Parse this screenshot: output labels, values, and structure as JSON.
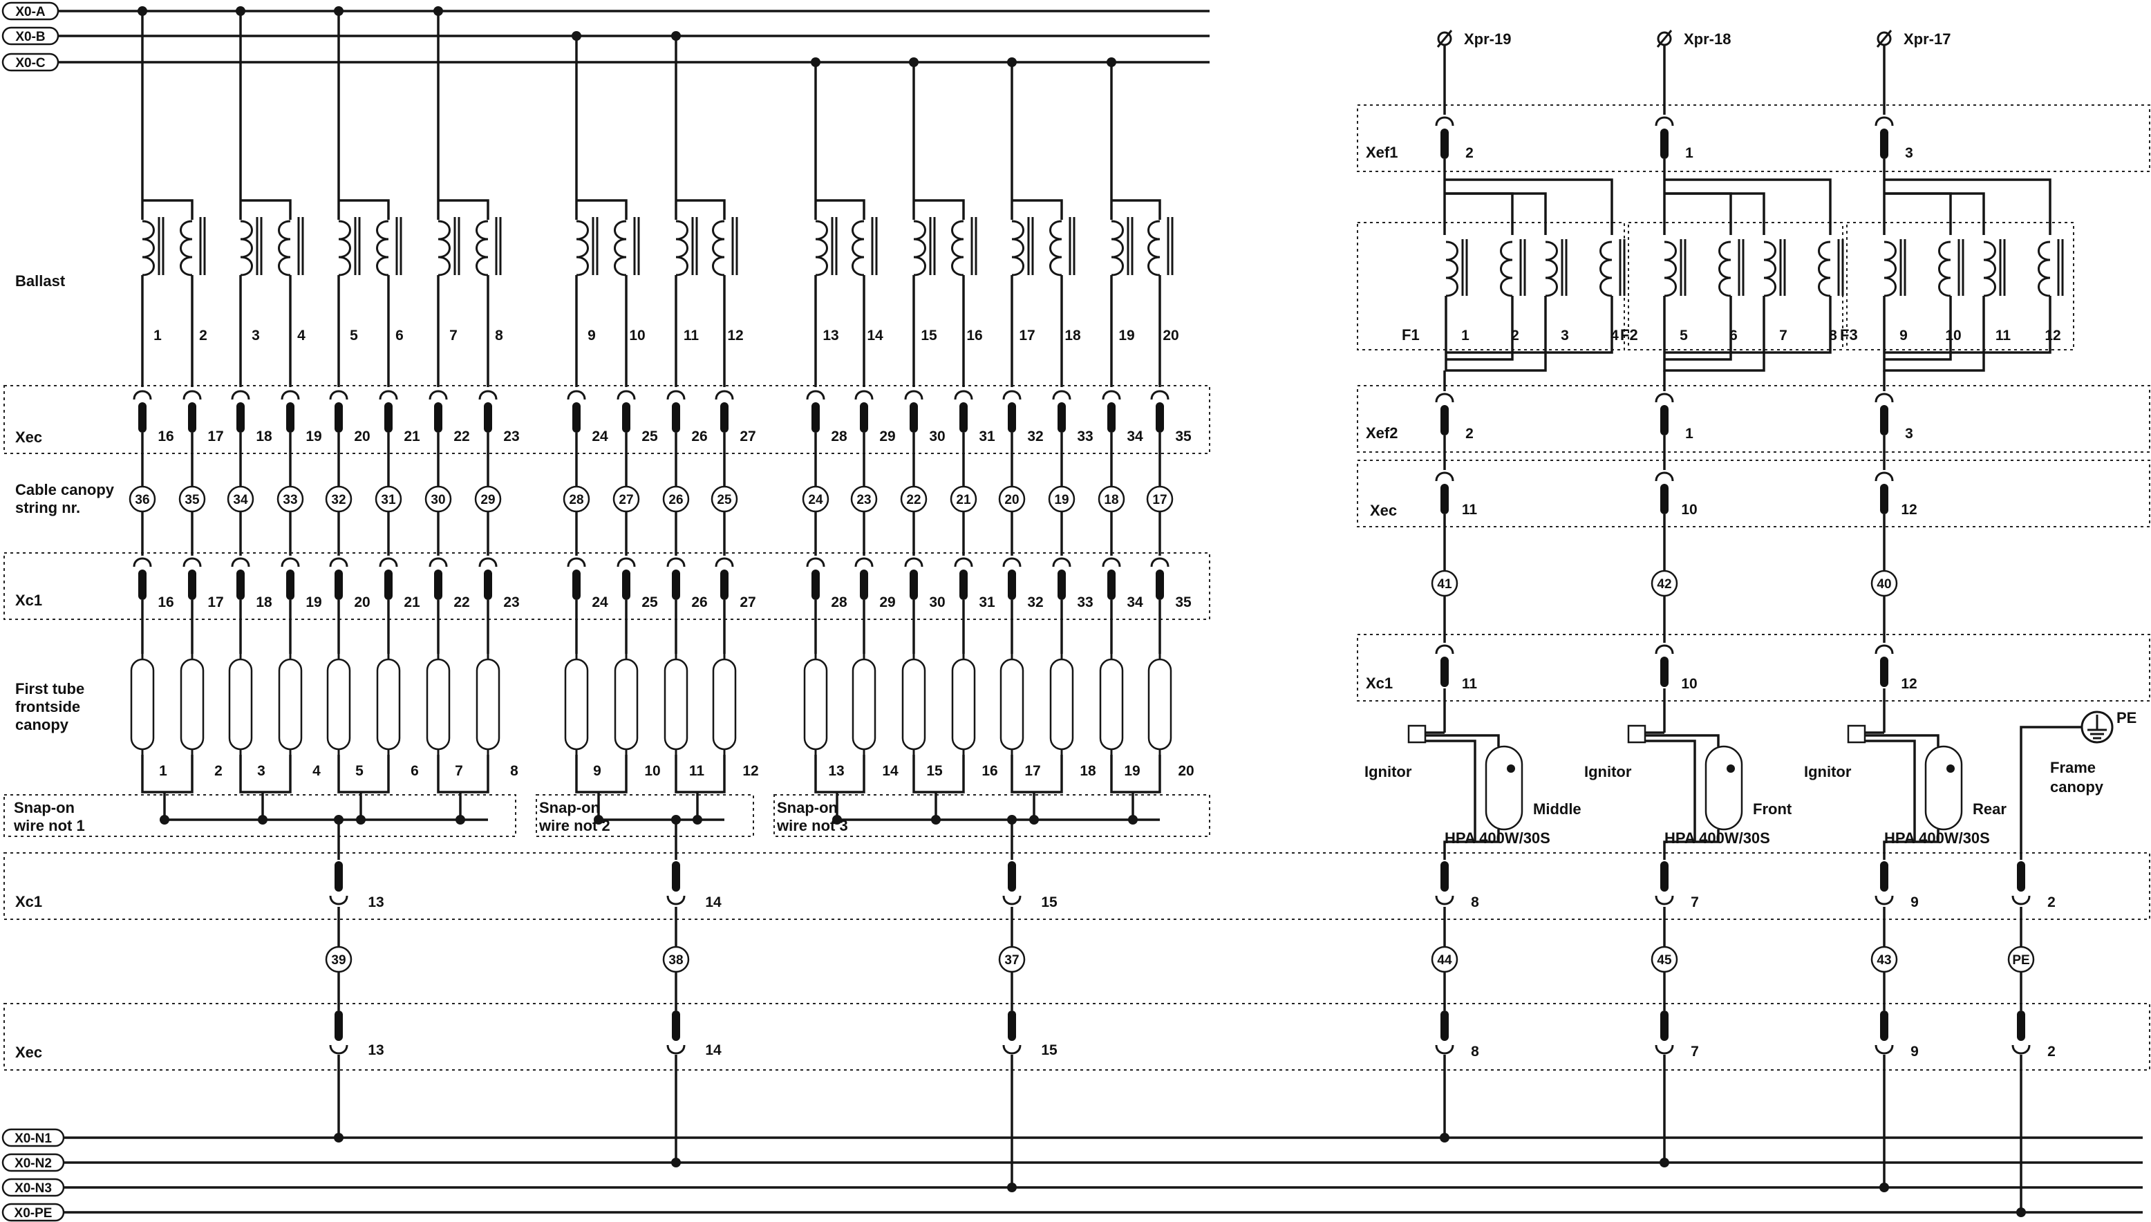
{
  "buses": {
    "top": [
      "X0-A",
      "X0-B",
      "X0-C"
    ],
    "bottom": [
      "X0-N1",
      "X0-N2",
      "X0-N3",
      "X0-PE"
    ]
  },
  "row_labels": {
    "ballast": "Ballast",
    "xec": "Xec",
    "cable_canopy": [
      "Cable canopy",
      "string nr."
    ],
    "xc1": "Xc1",
    "first_tube": [
      "First tube",
      "frontside",
      "canopy"
    ],
    "xc1_lower": "Xc1",
    "xec_lower": "Xec",
    "xef1": "Xef1",
    "xef2": "Xef2",
    "xec_right": "Xec",
    "xc1_right": "Xc1"
  },
  "snap_on_labels": [
    [
      "Snap-on",
      "wire not 1"
    ],
    [
      "Snap-on",
      "wire not 2"
    ],
    [
      "Snap-on",
      "wire not 3"
    ]
  ],
  "left_columns": {
    "ballast_numbers": [
      "1",
      "2",
      "3",
      "4",
      "5",
      "6",
      "7",
      "8",
      "9",
      "10",
      "11",
      "12",
      "13",
      "14",
      "15",
      "16",
      "17",
      "18",
      "19",
      "20"
    ],
    "xec_terminals": [
      "16",
      "17",
      "18",
      "19",
      "20",
      "21",
      "22",
      "23",
      "24",
      "25",
      "26",
      "27",
      "28",
      "29",
      "30",
      "31",
      "32",
      "33",
      "34",
      "35"
    ],
    "cable_strings": [
      "36",
      "35",
      "34",
      "33",
      "32",
      "31",
      "30",
      "29",
      "28",
      "27",
      "26",
      "25",
      "24",
      "23",
      "22",
      "21",
      "20",
      "19",
      "18",
      "17"
    ],
    "xc1_terminals": [
      "16",
      "17",
      "18",
      "19",
      "20",
      "21",
      "22",
      "23",
      "24",
      "25",
      "26",
      "27",
      "28",
      "29",
      "30",
      "31",
      "32",
      "33",
      "34",
      "35"
    ],
    "tube_numbers": [
      "1",
      "2",
      "3",
      "4",
      "5",
      "6",
      "7",
      "8",
      "9",
      "10",
      "11",
      "12",
      "13",
      "14",
      "15",
      "16",
      "17",
      "18",
      "19",
      "20"
    ]
  },
  "neutral_returns": [
    {
      "xc1": "13",
      "string": "39",
      "xec": "13"
    },
    {
      "xc1": "14",
      "string": "38",
      "xec": "14"
    },
    {
      "xc1": "15",
      "string": "37",
      "xec": "15"
    }
  ],
  "right_columns": [
    {
      "xpr": "Xpr-19",
      "xef1": "2",
      "xef2": "2",
      "xec": "11",
      "string": "41",
      "xc1": "11",
      "xc1_bottom": "8",
      "string_bottom": "44",
      "xec_bottom": "8",
      "position": "Middle"
    },
    {
      "xpr": "Xpr-18",
      "xef1": "1",
      "xef2": "1",
      "xec": "10",
      "string": "42",
      "xc1": "10",
      "xc1_bottom": "7",
      "string_bottom": "45",
      "xec_bottom": "7",
      "position": "Front"
    },
    {
      "xpr": "Xpr-17",
      "xef1": "3",
      "xef2": "3",
      "xec": "12",
      "string": "40",
      "xc1": "12",
      "xc1_bottom": "9",
      "string_bottom": "43",
      "xec_bottom": "9",
      "position": "Rear"
    }
  ],
  "fuse_groups": [
    {
      "label": "F1",
      "numbers": [
        "1",
        "2",
        "3",
        "4"
      ]
    },
    {
      "label": "F2",
      "numbers": [
        "5",
        "6",
        "7",
        "8"
      ]
    },
    {
      "label": "F3",
      "numbers": [
        "9",
        "10",
        "11",
        "12"
      ]
    }
  ],
  "ignitor_label": "Ignitor",
  "lamp_label": "HPA 400W/30S",
  "pe": {
    "symbol_label": "PE",
    "frame_label": [
      "Frame",
      "canopy"
    ],
    "xc1": "2",
    "string": "PE",
    "xec": "2"
  }
}
